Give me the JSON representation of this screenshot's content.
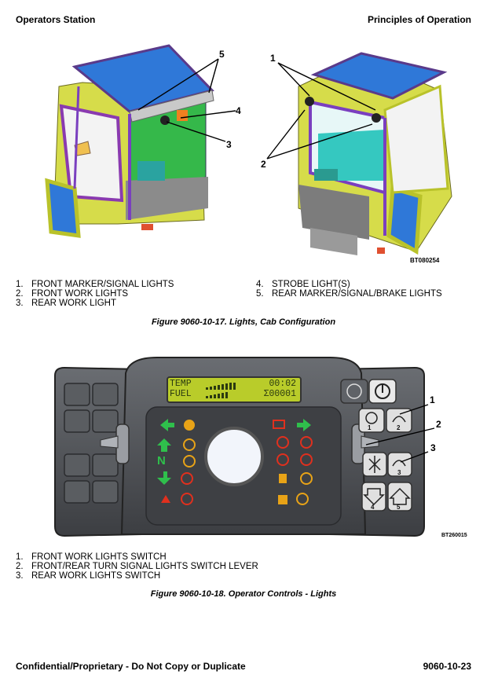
{
  "header": {
    "left": "Operators Station",
    "right": "Principles of Operation"
  },
  "figure1": {
    "image_code": "BT080254",
    "callouts": [
      "5",
      "4",
      "3",
      "1",
      "2"
    ],
    "legend_left": [
      {
        "num": "1.",
        "text": "FRONT MARKER/SIGNAL LIGHTS"
      },
      {
        "num": "2.",
        "text": "FRONT WORK LIGHTS"
      },
      {
        "num": "3.",
        "text": "REAR WORK LIGHT"
      }
    ],
    "legend_right": [
      {
        "num": "4.",
        "text": "STROBE LIGHT(S)"
      },
      {
        "num": "5.",
        "text": "REAR MARKER/SIGNAL/BRAKE LIGHTS"
      }
    ],
    "caption": "Figure 9060-10-17.  Lights, Cab Configuration"
  },
  "figure2": {
    "image_code": "BT260015",
    "lcd": {
      "line1_label": "TEMP",
      "line1_value": "00:02",
      "line2_label": "FUEL",
      "line2_value": "Σ00001"
    },
    "switch_numbers": [
      "1",
      "2",
      "3",
      "4",
      "5"
    ],
    "callouts": [
      "1",
      "2",
      "3"
    ],
    "legend": [
      {
        "num": "1.",
        "text": "FRONT WORK LIGHTS SWITCH"
      },
      {
        "num": "2.",
        "text": "FRONT/REAR TURN SIGNAL LIGHTS SWITCH LEVER"
      },
      {
        "num": "3.",
        "text": "REAR WORK LIGHTS SWITCH"
      }
    ],
    "caption": "Figure 9060-10-18.  Operator Controls - Lights"
  },
  "footer": {
    "left": "Confidential/Proprietary - Do Not Copy or Duplicate",
    "right": "9060-10-23"
  }
}
